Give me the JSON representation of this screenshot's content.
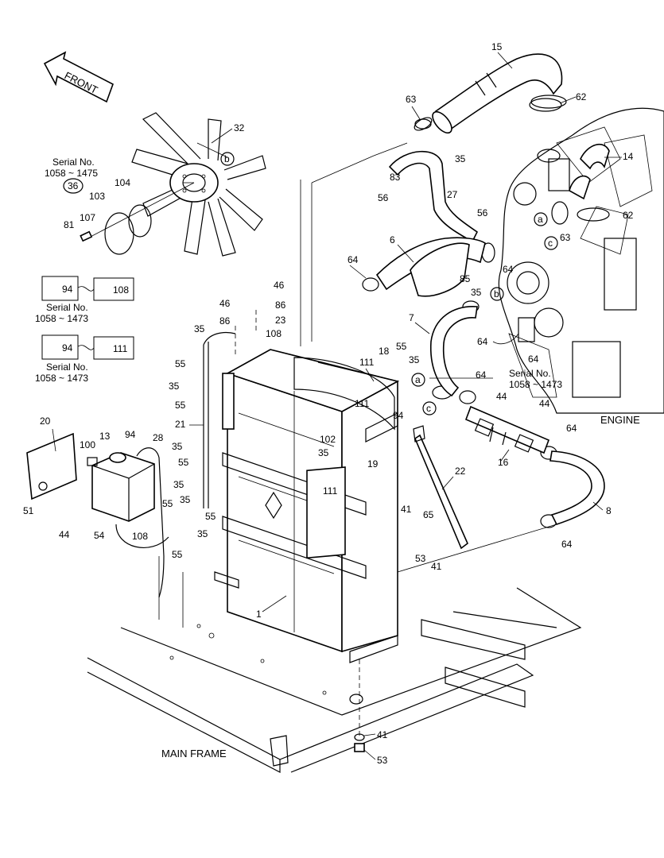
{
  "front_label": "FRONT",
  "engine_label": "ENGINE",
  "main_frame_label": "MAIN FRAME",
  "serial_notes": {
    "fan": "Serial No.\n1058 ~ 1475",
    "fan_line1": "Serial No.",
    "fan_line2": "1058 ~ 1475",
    "box1_line1": "Serial No.",
    "box1_line2": "1058 ~ 1473",
    "box2_line1": "Serial No.",
    "box2_line2": "1058 ~ 1473",
    "clamp_line1": "Serial No.",
    "clamp_line2": "1058 ~ 1473"
  },
  "circled_refs": [
    "a",
    "b",
    "c",
    "36"
  ],
  "callouts": {
    "p1": "1",
    "p6": "6",
    "p7": "7",
    "p8": "8",
    "p13": "13",
    "p14": "14",
    "p15": "15",
    "p16": "16",
    "p18": "18",
    "p19": "19",
    "p20": "20",
    "p21": "21",
    "p22": "22",
    "p23": "23",
    "p27": "27",
    "p28": "28",
    "p32": "32",
    "p35": "35",
    "p36": "36",
    "p41": "41",
    "p44": "44",
    "p46": "46",
    "p51": "51",
    "p53": "53",
    "p54": "54",
    "p55": "55",
    "p56": "56",
    "p62": "62",
    "p63": "63",
    "p64": "64",
    "p65": "65",
    "p81": "81",
    "p83": "83",
    "p85": "85",
    "p86": "86",
    "p94": "94",
    "p100": "100",
    "p102": "102",
    "p103": "103",
    "p104": "104",
    "p107": "107",
    "p108": "108",
    "p111": "111"
  },
  "inset_boxes": [
    {
      "from": "94",
      "to": "108"
    },
    {
      "from": "94",
      "to": "111"
    }
  ]
}
